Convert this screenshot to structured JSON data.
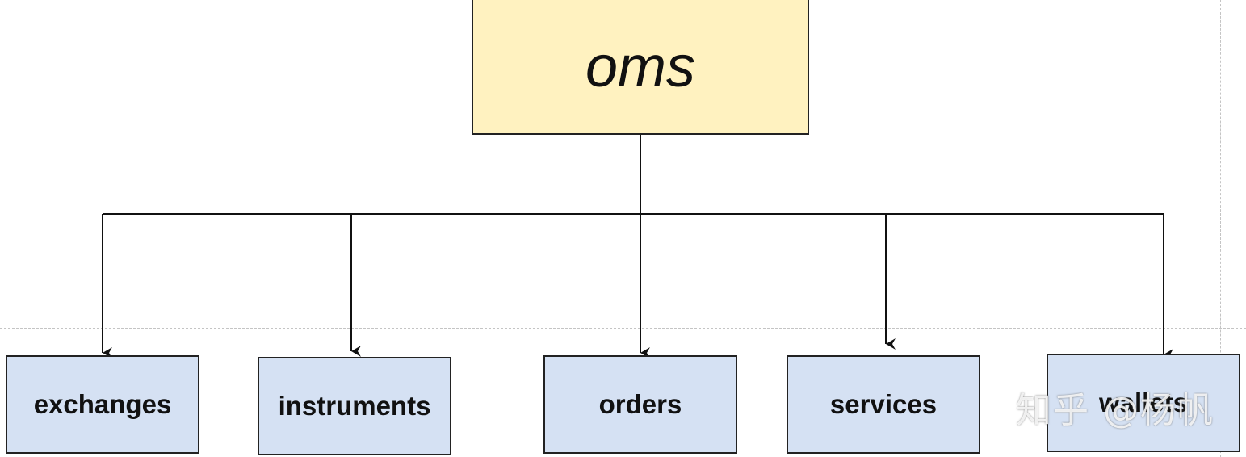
{
  "diagram": {
    "root": {
      "label": "oms"
    },
    "children": [
      {
        "label": "exchanges"
      },
      {
        "label": "instruments"
      },
      {
        "label": "orders"
      },
      {
        "label": "services"
      },
      {
        "label": "wallets"
      }
    ]
  },
  "watermark": {
    "text": "知乎 @杨帆"
  },
  "colors": {
    "root_fill": "#fff2c0",
    "child_fill": "#d5e1f3",
    "stroke": "#222222",
    "guide": "#c4c4c4"
  }
}
